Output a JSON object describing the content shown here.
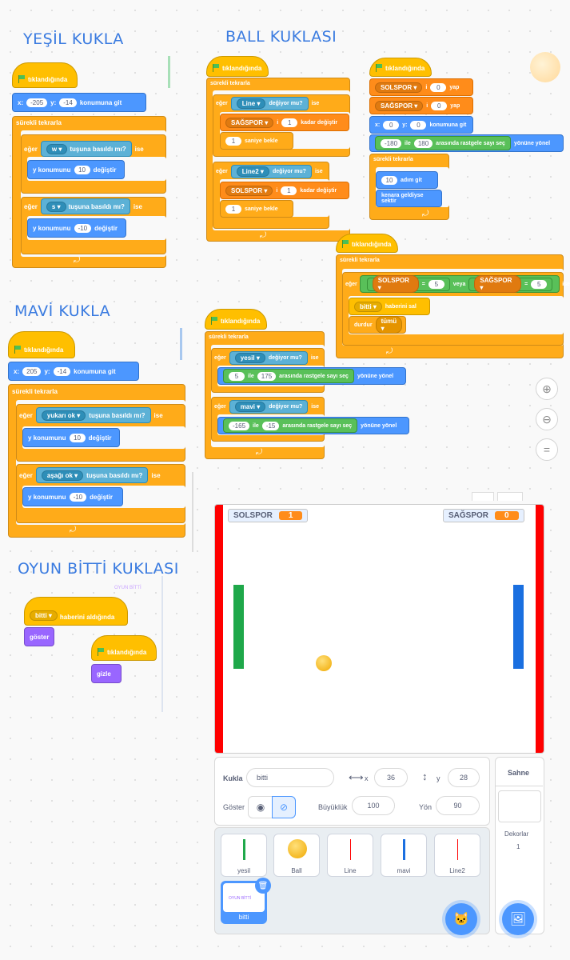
{
  "headings": {
    "yesil": "YEŞİL KUKLA",
    "ball": "BALL KUKLASI",
    "mavi": "MAVİ KUKLA",
    "oyun": "OYUN BİTTİ KUKLASI"
  },
  "blocks": {
    "when_flag": "tıklandığında",
    "forever": "sürekli tekrarla",
    "if": "eğer",
    "then": "ise",
    "go_to_x": "x:",
    "go_to_y": "y:",
    "go_to_suffix": "konumuna git",
    "key_pressed": "tuşuna basıldı mı?",
    "change_y": "y konumunu",
    "change_suffix": "değiştir",
    "touching": "değiyor mu?",
    "var_by": "i",
    "var_change": "kadar değiştir",
    "wait": "saniye bekle",
    "set_to": "yap",
    "pick_random": "arasında rastgele sayı seç",
    "and_word": "ile",
    "point_dir": "yönüne yönel",
    "move": "adım git",
    "bounce": "kenara geldiyse sektir",
    "or_word": "veya",
    "broadcast": "haberini sal",
    "stop": "durdur",
    "stop_opt": "tümü",
    "when_receive": "haberini aldığında",
    "show": "göster",
    "hide": "gizle"
  },
  "yesil": {
    "x": "-205",
    "y": "-14",
    "key1": "w",
    "step1": "10",
    "key2": "s",
    "step2": "-10"
  },
  "mavi": {
    "x": "205",
    "y": "-14",
    "key1": "yukarı ok",
    "step1": "10",
    "key2": "aşağı ok",
    "step2": "-10"
  },
  "ball1": {
    "touch1": "Line",
    "var1": "SAĞSPOR",
    "inc1": "1",
    "wait1": "1",
    "touch2": "Line2",
    "var2": "SOLSPOR",
    "inc2": "1",
    "wait2": "1"
  },
  "ball2": {
    "var1": "SOLSPOR",
    "val1": "0",
    "var2": "SAĞSPOR",
    "val2": "0",
    "x": "0",
    "y": "0",
    "r1": "-180",
    "r2": "180",
    "steps": "10"
  },
  "ball3": {
    "var1": "SOLSPOR",
    "eq1": "5",
    "var2": "SAĞSPOR",
    "eq2": "5",
    "msg": "bitti"
  },
  "ball4": {
    "touch1": "yesil",
    "a1": "5",
    "b1": "175",
    "touch2": "mavi",
    "a2": "-165",
    "b2": "-15"
  },
  "oyun": {
    "msg": "bitti",
    "watermark": "OYUN BİTTİ"
  },
  "stage": {
    "left_label": "SOLSPOR",
    "left_value": "1",
    "right_label": "SAĞSPOR",
    "right_value": "0"
  },
  "sprite_info": {
    "sprite_label": "Kukla",
    "sprite_name": "bitti",
    "x_label": "x",
    "x": "36",
    "y_label": "y",
    "y": "28",
    "show_label": "Göster",
    "size_label": "Büyüklük",
    "size": "100",
    "dir_label": "Yön",
    "dir": "90"
  },
  "sprites": [
    {
      "name": "yesil"
    },
    {
      "name": "Ball"
    },
    {
      "name": "Line"
    },
    {
      "name": "mavi"
    },
    {
      "name": "Line2"
    },
    {
      "name": "bitti"
    }
  ],
  "stage_panel": {
    "title": "Sahne",
    "backdrops_label": "Dekorlar",
    "backdrops_count": "1"
  },
  "thumb_text": "OYUN BİTTİ",
  "colors": {
    "green_paddle": "#1fa84a",
    "blue_paddle": "#1a6fe0",
    "wall": "#ff0000",
    "ball": "#ffc233"
  }
}
